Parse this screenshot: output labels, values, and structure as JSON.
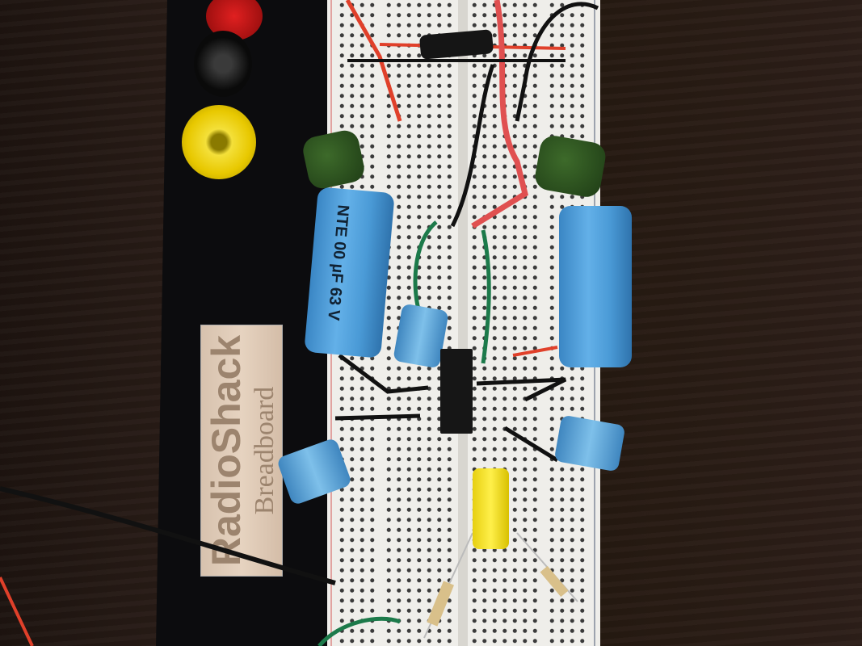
{
  "scene": {
    "description_label": {
      "brand": "RadioShack",
      "product": "Breadboard"
    },
    "capacitor_left": {
      "brand": "NTE",
      "value": "00 µF",
      "voltage": "63 V"
    },
    "colors": {
      "table": "#2a1c16",
      "board_base": "#0c0c0e",
      "breadboard": "#efeeea",
      "electrolytic": "#4a9ad6",
      "film_cap": "#2e5520",
      "yellow_cap": "#f2dc20",
      "wire_red": "#e0402a",
      "wire_black": "#111111",
      "wire_green": "#1c7a4a"
    }
  }
}
